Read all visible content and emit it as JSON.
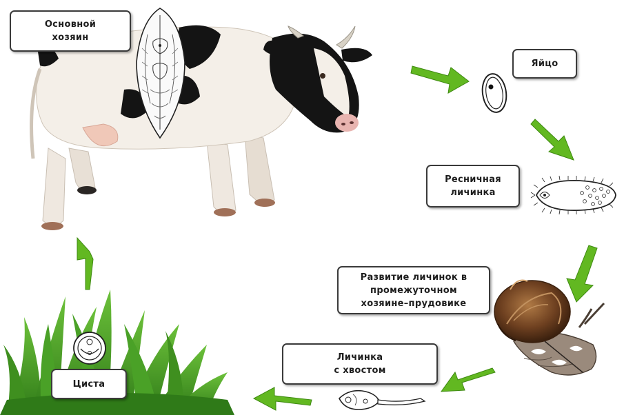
{
  "labels": {
    "main_host": "Основной\nхозяин",
    "egg": "Яйцо",
    "ciliated_larva": "Ресничная\nличинка",
    "intermediate_host": "Развитие личинок в\nпромежуточном\nхозяине–прудовике",
    "tailed_larva": "Личинка\nс хвостом",
    "cyst": "Циста"
  },
  "colors": {
    "arrow": "#62b821",
    "label_border": "#3a3a3a",
    "grass": "#3f8f1f"
  },
  "icons": [
    "cow",
    "liver-fluke",
    "egg",
    "ciliated-larva",
    "pond-snail",
    "tailed-larva",
    "cyst",
    "grass"
  ]
}
